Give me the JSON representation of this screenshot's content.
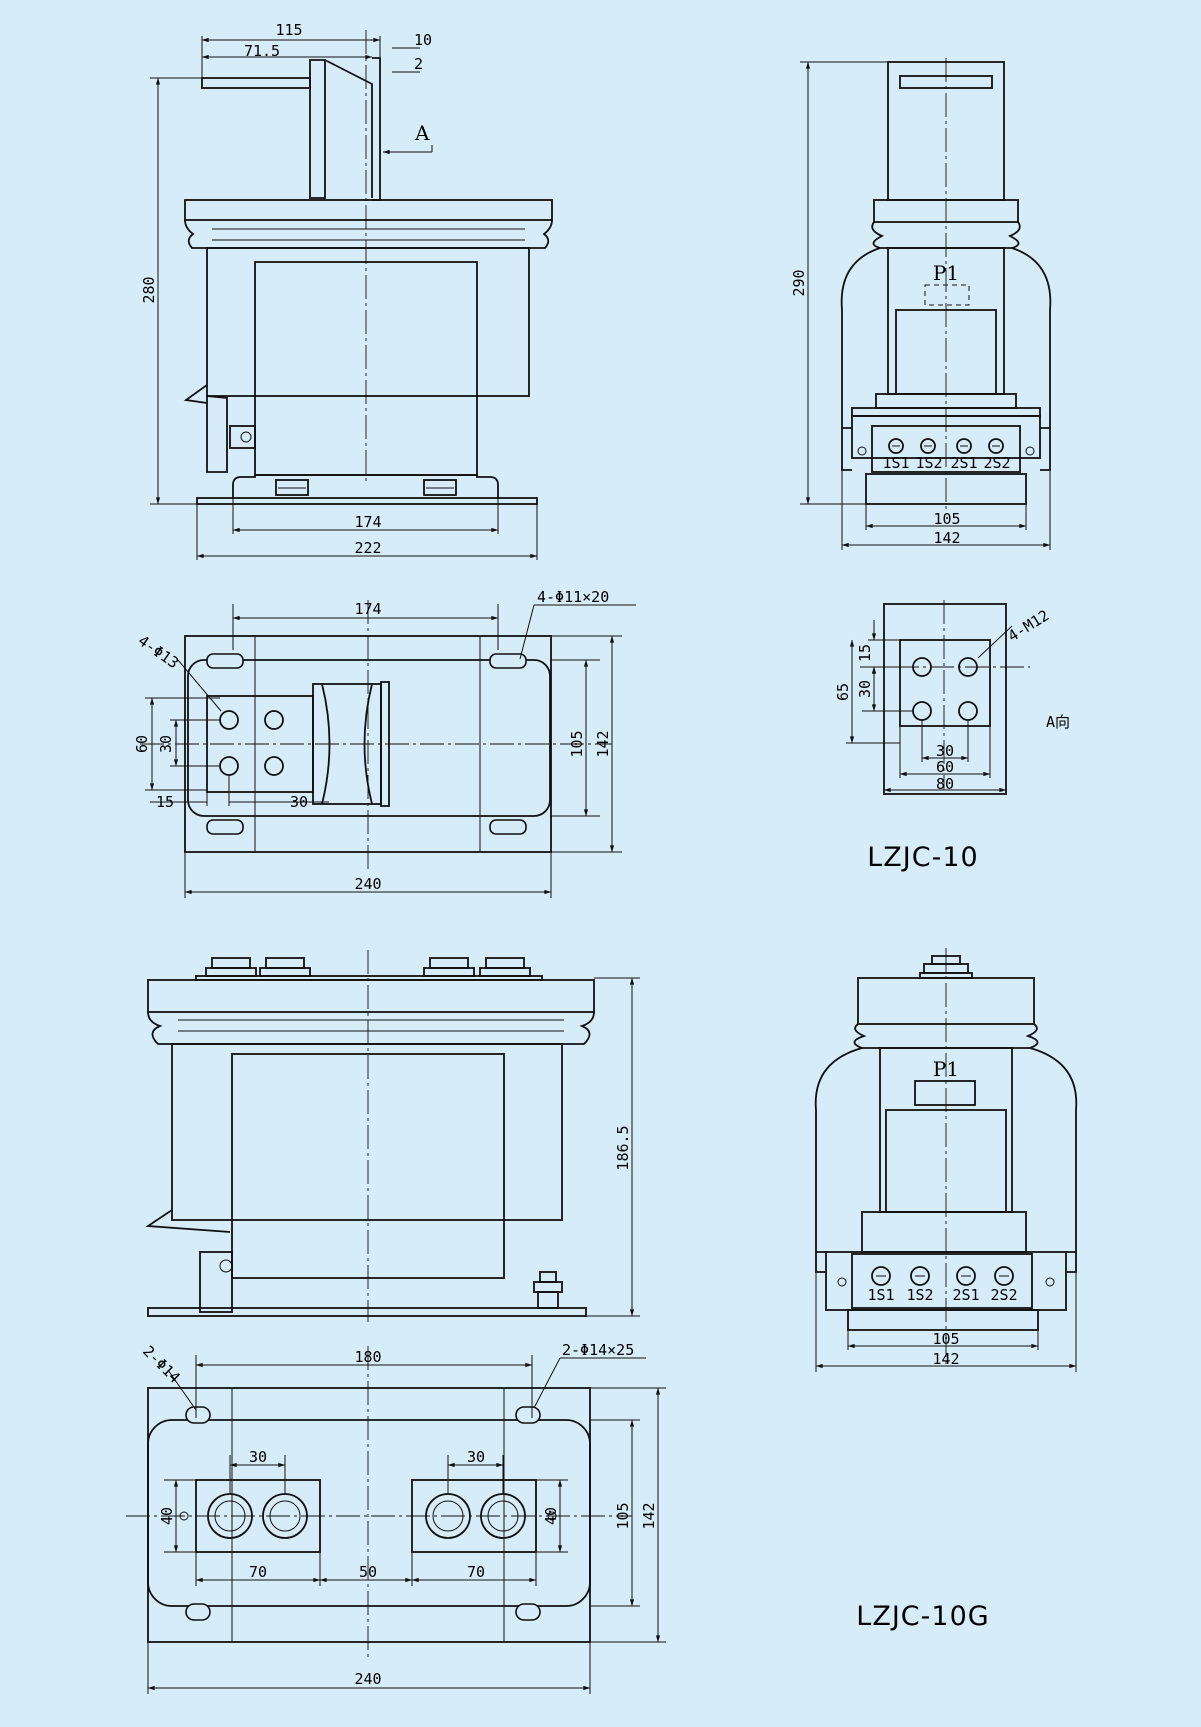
{
  "models": {
    "lzjc10": "LZJC-10",
    "lzjc10g": "LZJC-10G"
  },
  "view1": {
    "d115": "115",
    "d71_5": "71.5",
    "d10": "10",
    "d2": "2",
    "view_a": "A",
    "d280": "280",
    "d174": "174",
    "d222": "222"
  },
  "view2": {
    "d290": "290",
    "p1": "P1",
    "t1s1": "1S1",
    "t1s2": "1S2",
    "t2s1": "2S1",
    "t2s2": "2S2",
    "d105": "105",
    "d142": "142"
  },
  "view3": {
    "d174": "174",
    "holes_slot": "4-Φ11×20",
    "holes": "4-Φ13",
    "d60": "60",
    "d30": "30",
    "d15": "15",
    "d30b": "30",
    "d105": "105",
    "d142": "142",
    "d240": "240"
  },
  "view4": {
    "threads": "4-M12",
    "d15": "15",
    "d30": "30",
    "d65": "65",
    "d30b": "30",
    "d60": "60",
    "d80": "80",
    "direction": "A向"
  },
  "view5": {
    "d186_5": "186.5"
  },
  "view6": {
    "p1": "P1",
    "t1s1": "1S1",
    "t1s2": "1S2",
    "t2s1": "2S1",
    "t2s2": "2S2",
    "d105": "105",
    "d142": "142"
  },
  "view7": {
    "d180": "180",
    "hole_a": "2-Φ14",
    "hole_b": "2-Φ14×25",
    "d30a": "30",
    "d30b": "30",
    "d40a": "40",
    "d40b": "40",
    "d105": "105",
    "d142": "142",
    "d70a": "70",
    "d50": "50",
    "d70b": "70",
    "d240": "240"
  },
  "icons": {
    "arrow": "dimension-arrowhead",
    "hex_nut": "hex-nut-icon",
    "terminal": "terminal-screw-icon"
  },
  "colors": {
    "background": "#d6ecf9",
    "line": "#111111"
  }
}
